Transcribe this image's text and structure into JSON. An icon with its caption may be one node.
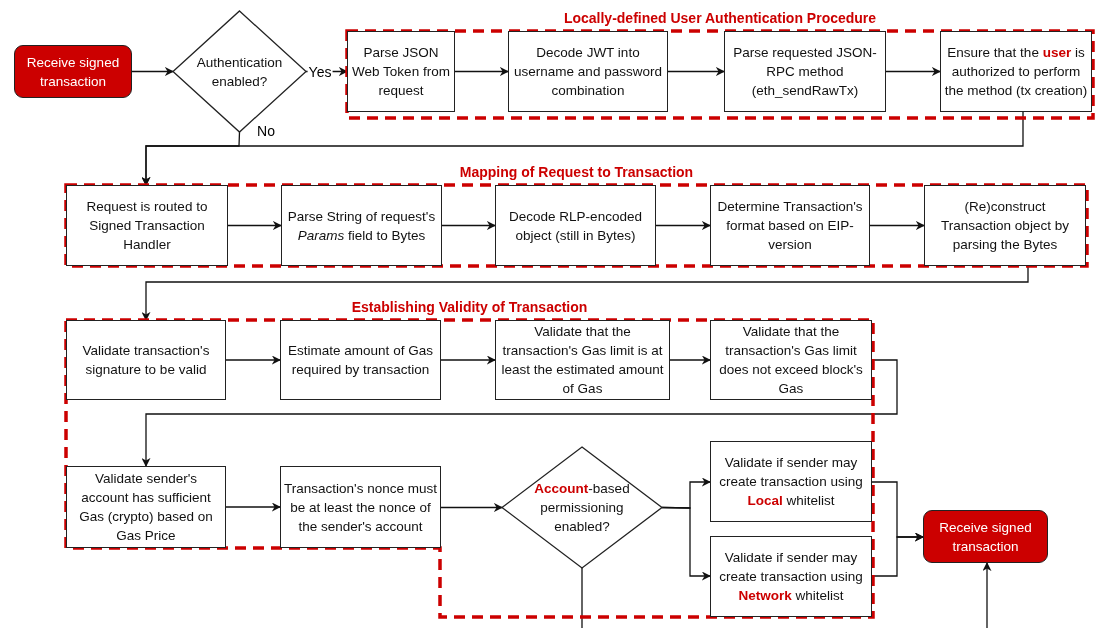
{
  "diagram": {
    "nodes": [
      {
        "text": [
          "Receive signed transaction"
        ]
      },
      {
        "text": [
          "Authentication enabled?"
        ]
      },
      {
        "text": [
          "Locally-defined User Authentication Procedure"
        ]
      },
      {
        "text": [
          "Parse JSON Web Token from request"
        ],
        "in": 2
      },
      {
        "text": [
          "Decode JWT into username and password combination"
        ],
        "in": 2
      },
      {
        "text": [
          "Parse requested JSON-RPC method (eth_sendRawTx)"
        ],
        "in": 2
      },
      {
        "text": [
          "Ensure that the **user** is authorized to perform the method (tx creation)"
        ],
        "in": 2
      },
      {
        "text": [
          "Mapping of Request to Transaction"
        ]
      },
      {
        "text": [
          "Request is routed to Signed Transaction Handler"
        ],
        "in": 7
      },
      {
        "text": [
          "Parse String of request's *Params* field to Bytes"
        ],
        "in": 7
      },
      {
        "text": [
          "Decode RLP-encoded object (still in Bytes)"
        ],
        "in": 7
      },
      {
        "text": [
          "Determine Transaction's format based on EIP-version"
        ],
        "in": 7
      },
      {
        "text": [
          "(Re)construct Transaction object by parsing the Bytes"
        ],
        "in": 7
      },
      {
        "text": [
          "Establishing Validity of Transaction"
        ]
      },
      {
        "text": [
          "Validate transaction's signature to be valid"
        ],
        "in": 13
      },
      {
        "text": [
          "Estimate amount of Gas required by transaction"
        ],
        "in": 13
      },
      {
        "text": [
          "Validate that the transaction's Gas limit is at least the estimated amount of Gas"
        ],
        "in": 13
      },
      {
        "text": [
          "Validate that the transaction's Gas limit does not exceed block's Gas"
        ],
        "in": 13
      },
      {
        "text": [
          "Validate sender's account has sufficient Gas (crypto) based on Gas Price"
        ],
        "in": 13
      },
      {
        "text": [
          "Transaction's nonce must be at least the nonce of the sender's account"
        ],
        "in": 13
      },
      {
        "text": [
          "**Account**-based permissioning enabled?"
        ],
        "in": 13
      },
      {
        "text": [
          "Validate if sender may create transaction using **Local** whitelist"
        ],
        "in": 13
      },
      {
        "text": [
          "Validate if sender may create transaction using **Network** whitelist"
        ],
        "in": 13
      },
      {
        "text": [
          "Receive signed transaction"
        ]
      }
    ],
    "edges": [
      {
        "from": 0,
        "to": 1,
        "arrow": "to"
      },
      {
        "from": 1,
        "to": 3,
        "arrow": "to",
        "label": "Yes"
      },
      {
        "from": 3,
        "to": 4,
        "arrow": "to"
      },
      {
        "from": 4,
        "to": 5,
        "arrow": "to"
      },
      {
        "from": 5,
        "to": 6,
        "arrow": "to"
      },
      {
        "from": 1,
        "to": 8,
        "arrow": "to",
        "label": "No"
      },
      {
        "from": 6,
        "to": 8,
        "arrow": "to"
      },
      {
        "from": 8,
        "to": 9,
        "arrow": "to"
      },
      {
        "from": 9,
        "to": 10,
        "arrow": "to"
      },
      {
        "from": 10,
        "to": 11,
        "arrow": "to"
      },
      {
        "from": 11,
        "to": 12,
        "arrow": "to"
      },
      {
        "from": 12,
        "to": 14,
        "arrow": "to"
      },
      {
        "from": 14,
        "to": 15,
        "arrow": "to"
      },
      {
        "from": 15,
        "to": 16,
        "arrow": "to"
      },
      {
        "from": 16,
        "to": 17,
        "arrow": "to"
      },
      {
        "from": 17,
        "to": 18,
        "arrow": "to"
      },
      {
        "from": 18,
        "to": 19,
        "arrow": "to"
      },
      {
        "from": 19,
        "to": 20,
        "arrow": "to"
      },
      {
        "from": 20,
        "to": 21,
        "arrow": "to"
      },
      {
        "from": 20,
        "to": 22,
        "arrow": "to"
      },
      {
        "from": 21,
        "to": 23,
        "arrow": "to"
      },
      {
        "from": 22,
        "to": 23,
        "arrow": "to"
      },
      {
        "from": 20,
        "to": null,
        "arrow": "none"
      },
      {
        "from": null,
        "to": 23,
        "arrow": "to"
      }
    ]
  }
}
